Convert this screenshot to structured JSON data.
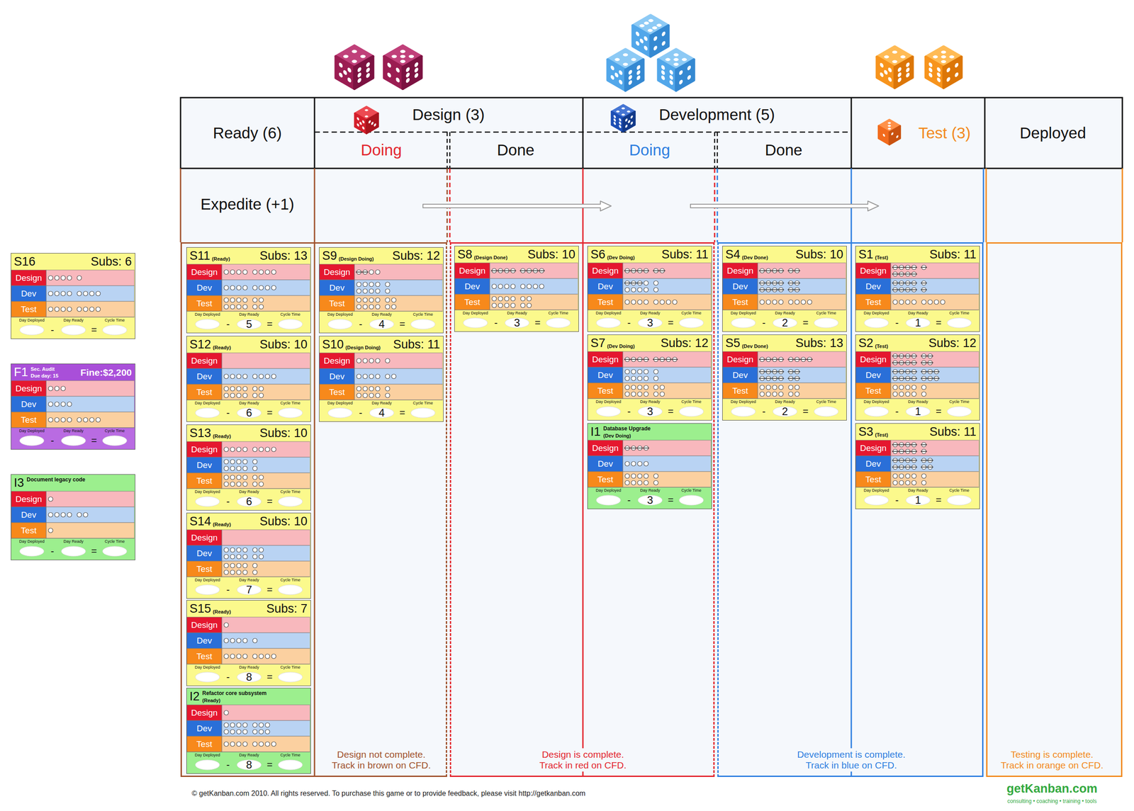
{
  "diagram": {
    "nodes": [
      {
        "text": [
          "S16",
          "Subs: 6",
          "Design",
          "Dev",
          "Test",
          "Day Deployed",
          "Day Ready",
          "Cycle Time",
          "-",
          "="
        ]
      },
      {
        "text": [
          "F1",
          "Sec. Audit",
          "Due day: 15",
          "Fine:$2,200",
          "Design",
          "Dev",
          "Test",
          "Day Deployed",
          "Day Ready",
          "Cycle Time",
          "-",
          "="
        ]
      },
      {
        "text": [
          "I3",
          "Document legacy code",
          "Design",
          "Dev",
          "Test",
          "Day Deployed",
          "Day Ready",
          "Cycle Time",
          "-",
          "="
        ]
      },
      {
        "text": [
          "Ready (6)"
        ]
      },
      {
        "text": [
          "Design (3)"
        ]
      },
      {
        "text": [
          "Doing"
        ],
        "in": 4
      },
      {
        "text": [
          "Done"
        ],
        "in": 4
      },
      {
        "text": [
          "Development (5)"
        ]
      },
      {
        "text": [
          "Doing"
        ],
        "in": 7
      },
      {
        "text": [
          "Done"
        ],
        "in": 7
      },
      {
        "text": [
          "Test (3)"
        ]
      },
      {
        "text": [
          "Deployed"
        ]
      },
      {
        "text": [
          "Expedite (+1)"
        ]
      },
      {
        "text": [
          "Design not complete. Track in brown on CFD."
        ]
      },
      {
        "text": [
          "S11",
          "(Ready)",
          "Subs: 13",
          "Design",
          "Dev",
          "Test",
          "Day Deployed",
          "Day Ready",
          "Cycle Time",
          "-",
          "5",
          "="
        ],
        "in": 13
      },
      {
        "text": [
          "S12",
          "(Ready)",
          "Subs: 10",
          "Design",
          "Dev",
          "Test",
          "Day Deployed",
          "Day Ready",
          "Cycle Time",
          "-",
          "6",
          "="
        ],
        "in": 13
      },
      {
        "text": [
          "S13",
          "(Ready)",
          "Subs: 10",
          "Design",
          "Dev",
          "Test",
          "Day Deployed",
          "Day Ready",
          "Cycle Time",
          "-",
          "6",
          "="
        ],
        "in": 13
      },
      {
        "text": [
          "S14",
          "(Ready)",
          "Subs: 10",
          "Design",
          "Dev",
          "Test",
          "Day Deployed",
          "Day Ready",
          "Cycle Time",
          "-",
          "7",
          "="
        ],
        "in": 13
      },
      {
        "text": [
          "S15",
          "(Ready)",
          "Subs: 7",
          "Design",
          "Dev",
          "Test",
          "Day Deployed",
          "Day Ready",
          "Cycle Time",
          "-",
          "8",
          "="
        ],
        "in": 13
      },
      {
        "text": [
          "I2",
          "Refactor core subsystem",
          "(Ready)",
          "Design",
          "Dev",
          "Test",
          "Day Deployed",
          "Day Ready",
          "Cycle Time",
          "-",
          "8",
          "="
        ],
        "in": 13
      },
      {
        "text": [
          "S9",
          "(Design Doing)",
          "Subs: 12",
          "Design",
          "Dev",
          "Test",
          "Day Deployed",
          "Day Ready",
          "Cycle Time",
          "-",
          "4",
          "="
        ],
        "in": 13
      },
      {
        "text": [
          "S10",
          "(Design Doing)",
          "Subs: 11",
          "Design",
          "Dev",
          "Test",
          "Day Deployed",
          "Day Ready",
          "Cycle Time",
          "-",
          "4",
          "="
        ],
        "in": 13
      },
      {
        "text": [
          "Design is complete. Track in red on CFD."
        ]
      },
      {
        "text": [
          "S8",
          "(Design Done)",
          "Subs: 10",
          "Design",
          "Dev",
          "Test",
          "Day Deployed",
          "Day Ready",
          "Cycle Time",
          "-",
          "3",
          "="
        ],
        "in": 22
      },
      {
        "text": [
          "S6",
          "(Dev Doing)",
          "Subs: 11",
          "Design",
          "Dev",
          "Test",
          "Day Deployed",
          "Day Ready",
          "Cycle Time",
          "-",
          "3",
          "="
        ],
        "in": 22
      },
      {
        "text": [
          "S7",
          "(Dev Doing)",
          "Subs: 12",
          "Design",
          "Dev",
          "Test",
          "Day Deployed",
          "Day Ready",
          "Cycle Time",
          "-",
          "3",
          "="
        ],
        "in": 22
      },
      {
        "text": [
          "I1",
          "Database Upgrade",
          "(Dev Doing)",
          "Design",
          "Dev",
          "Test",
          "Day Deployed",
          "Day Ready",
          "Cycle Time",
          "-",
          "3",
          "="
        ],
        "in": 22
      },
      {
        "text": [
          "Development is complete. Track in blue on CFD."
        ]
      },
      {
        "text": [
          "S4",
          "(Dev Done)",
          "Subs: 10",
          "Design",
          "Dev",
          "Test",
          "Day Deployed",
          "Day Ready",
          "Cycle Time",
          "-",
          "2",
          "="
        ],
        "in": 27
      },
      {
        "text": [
          "S5",
          "(Dev Done)",
          "Subs: 13",
          "Design",
          "Dev",
          "Test",
          "Day Deployed",
          "Day Ready",
          "Cycle Time",
          "-",
          "2",
          "="
        ],
        "in": 27
      },
      {
        "text": [
          "S1",
          "(Test)",
          "Subs: 11",
          "Design",
          "Dev",
          "Test",
          "Day Deployed",
          "Day Ready",
          "Cycle Time",
          "-",
          "1",
          "="
        ],
        "in": 27
      },
      {
        "text": [
          "S2",
          "(Test)",
          "Subs: 12",
          "Design",
          "Dev",
          "Test",
          "Day Deployed",
          "Day Ready",
          "Cycle Time",
          "-",
          "1",
          "="
        ],
        "in": 27
      },
      {
        "text": [
          "S3",
          "(Test)",
          "Subs: 11",
          "Design",
          "Dev",
          "Test",
          "Day Deployed",
          "Day Ready",
          "Cycle Time",
          "-",
          "1",
          "="
        ],
        "in": 27
      },
      {
        "text": [
          "Testing is complete. Track in orange on CFD."
        ]
      }
    ],
    "labels": [
      "© getKanban.com 2010. All rights reserved. To purchase this game or to provide feedback, please visit http://getkanban.com",
      "getKanban.com",
      "consulting • coaching • training • tools"
    ]
  }
}
